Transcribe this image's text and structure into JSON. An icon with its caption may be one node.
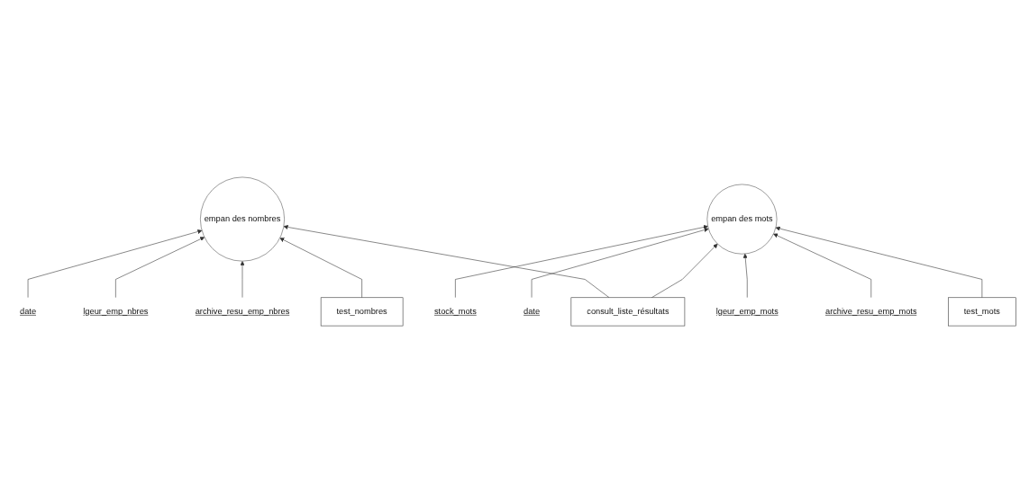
{
  "diagram": {
    "nodes": [
      {
        "text": [
          "empan des nombres"
        ]
      },
      {
        "text": [
          "date"
        ]
      },
      {
        "text": [
          "lgeur_emp_nbres"
        ]
      },
      {
        "text": [
          "archive_resu_emp_nbres"
        ]
      },
      {
        "text": [
          "stock_mots"
        ]
      },
      {
        "text": [
          "date"
        ]
      },
      {
        "text": [
          "lgeur_emp_mots"
        ]
      },
      {
        "text": [
          "archive_resu_emp_mots"
        ]
      },
      {
        "text": [
          "empan des mots"
        ]
      },
      {
        "text": [
          "test_nombres"
        ]
      },
      {
        "text": [
          "consult_liste_résultats"
        ]
      },
      {
        "text": [
          "test_mots"
        ]
      }
    ],
    "edges": [
      {
        "from": 1,
        "to": 0,
        "arrow": "to"
      },
      {
        "from": 2,
        "to": 0,
        "arrow": "to"
      },
      {
        "from": 3,
        "to": 0,
        "arrow": "to"
      },
      {
        "from": 4,
        "to": 8,
        "arrow": "to"
      },
      {
        "from": 5,
        "to": 8,
        "arrow": "to"
      },
      {
        "from": 6,
        "to": 8,
        "arrow": "to"
      },
      {
        "from": 7,
        "to": 8,
        "arrow": "to"
      },
      {
        "from": 9,
        "to": 0,
        "arrow": "to"
      },
      {
        "from": 10,
        "to": 0,
        "arrow": "to"
      },
      {
        "from": 10,
        "to": 8,
        "arrow": "to"
      },
      {
        "from": 11,
        "to": 8,
        "arrow": "to"
      }
    ]
  }
}
